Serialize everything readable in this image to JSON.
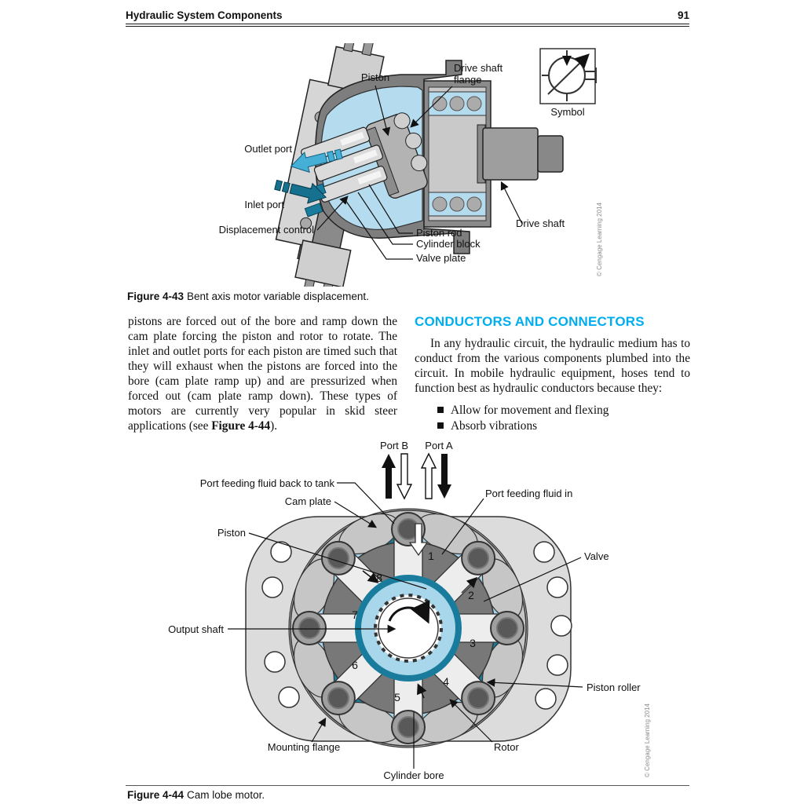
{
  "header": {
    "title": "Hydraulic System Components",
    "page_number": "91"
  },
  "figure_43": {
    "caption_label": "Figure 4-43",
    "caption_text": "Bent axis motor variable displacement.",
    "labels": {
      "piston": "Piston",
      "drive_shaft_flange_1": "Drive shaft",
      "drive_shaft_flange_2": "flange",
      "outlet_port": "Outlet port",
      "inlet_port": "Inlet port",
      "displacement_control": "Displacement control",
      "piston_rod": "Piston rod",
      "cylinder_block": "Cylinder block",
      "valve_plate": "Valve plate",
      "drive_shaft": "Drive shaft",
      "symbol": "Symbol"
    },
    "credit": "© Cengage Learning 2014"
  },
  "body": {
    "left_column": {
      "text_before_bold": "pistons are forced out of the bore and ramp down the cam plate forcing the piston and rotor to rotate. The inlet and outlet ports for each piston are timed such that they will exhaust when the pistons are forced into the bore (cam plate ramp up) and are pressurized when forced out (cam plate ramp down). These types of motors are currently very popular in skid steer applications (see ",
      "bold_ref": "Figure 4-44",
      "text_after_bold": ")."
    },
    "right_column": {
      "heading": "CONDUCTORS AND CONNECTORS",
      "paragraph": "In any hydraulic circuit, the hydraulic medium has to conduct from the various components plumbed into the circuit. In mobile hydraulic equipment, hoses tend to function best as hydraulic conductors because they:",
      "bullets": [
        "Allow for movement and flexing",
        "Absorb vibrations"
      ]
    }
  },
  "figure_44": {
    "caption_label": "Figure 4-44",
    "caption_text": "Cam lobe motor.",
    "labels": {
      "port_b": "Port B",
      "port_a": "Port A",
      "port_back_to_tank": "Port feeding fluid back to tank",
      "cam_plate": "Cam plate",
      "piston": "Piston",
      "port_fluid_in": "Port feeding fluid in",
      "valve": "Valve",
      "output_shaft": "Output shaft",
      "piston_roller": "Piston roller",
      "mounting_flange": "Mounting flange",
      "rotor": "Rotor",
      "cylinder_bore": "Cylinder bore"
    },
    "piston_numbers": [
      "1",
      "2",
      "3",
      "4",
      "5",
      "6",
      "7",
      "8"
    ],
    "credit": "© Cengage Learning 2014"
  },
  "colors": {
    "heading_cyan": "#00AEEF",
    "fluid_light_blue": "#A8D6EA",
    "fluid_dark_teal": "#1A7C9D",
    "outlet_arrow_blue": "#45AFD6",
    "inlet_arrow_blue": "#16718F"
  }
}
